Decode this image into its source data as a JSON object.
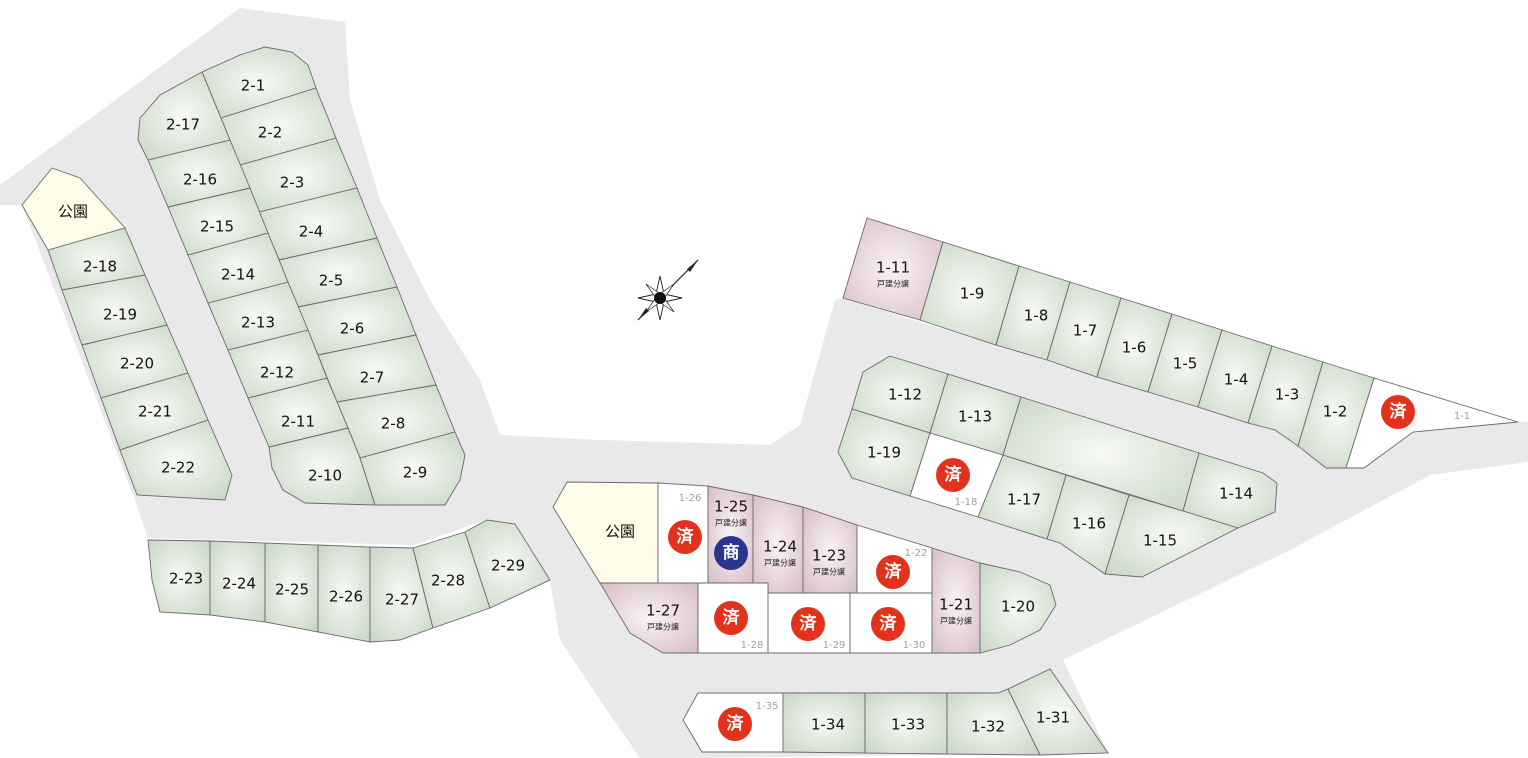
{
  "map": {
    "colors": {
      "road": "#e9e9e9",
      "available": "#d3ddd0",
      "house_sale": "#dcc6ce",
      "sold": "#ffffff",
      "park": "#fdfde9",
      "sold_badge": "#e2321d",
      "commercial_badge": "#2a3590"
    },
    "compass_icon": "compass-rose-icon",
    "lots": [
      {
        "id": "2-1",
        "label": "2-1",
        "status": "available"
      },
      {
        "id": "2-2",
        "label": "2-2",
        "status": "available"
      },
      {
        "id": "2-3",
        "label": "2-3",
        "status": "available"
      },
      {
        "id": "2-4",
        "label": "2-4",
        "status": "available"
      },
      {
        "id": "2-5",
        "label": "2-5",
        "status": "available"
      },
      {
        "id": "2-6",
        "label": "2-6",
        "status": "available"
      },
      {
        "id": "2-7",
        "label": "2-7",
        "status": "available"
      },
      {
        "id": "2-8",
        "label": "2-8",
        "status": "available"
      },
      {
        "id": "2-9",
        "label": "2-9",
        "status": "available"
      },
      {
        "id": "2-10",
        "label": "2-10",
        "status": "available"
      },
      {
        "id": "2-11",
        "label": "2-11",
        "status": "available"
      },
      {
        "id": "2-12",
        "label": "2-12",
        "status": "available"
      },
      {
        "id": "2-13",
        "label": "2-13",
        "status": "available"
      },
      {
        "id": "2-14",
        "label": "2-14",
        "status": "available"
      },
      {
        "id": "2-15",
        "label": "2-15",
        "status": "available"
      },
      {
        "id": "2-16",
        "label": "2-16",
        "status": "available"
      },
      {
        "id": "2-17",
        "label": "2-17",
        "status": "available"
      },
      {
        "id": "park-west",
        "label": "公園",
        "status": "park"
      },
      {
        "id": "2-18",
        "label": "2-18",
        "status": "available"
      },
      {
        "id": "2-19",
        "label": "2-19",
        "status": "available"
      },
      {
        "id": "2-20",
        "label": "2-20",
        "status": "available"
      },
      {
        "id": "2-21",
        "label": "2-21",
        "status": "available"
      },
      {
        "id": "2-22",
        "label": "2-22",
        "status": "available"
      },
      {
        "id": "2-23",
        "label": "2-23",
        "status": "available"
      },
      {
        "id": "2-24",
        "label": "2-24",
        "status": "available"
      },
      {
        "id": "2-25",
        "label": "2-25",
        "status": "available"
      },
      {
        "id": "2-26",
        "label": "2-26",
        "status": "available"
      },
      {
        "id": "2-27",
        "label": "2-27",
        "status": "available"
      },
      {
        "id": "2-28",
        "label": "2-28",
        "status": "available"
      },
      {
        "id": "2-29",
        "label": "2-29",
        "status": "available"
      },
      {
        "id": "1-11",
        "label": "1-11",
        "sub": "戸建分譲",
        "status": "house_sale"
      },
      {
        "id": "1-9",
        "label": "1-9",
        "status": "available"
      },
      {
        "id": "1-8",
        "label": "1-8",
        "status": "available"
      },
      {
        "id": "1-7",
        "label": "1-7",
        "status": "available"
      },
      {
        "id": "1-6",
        "label": "1-6",
        "status": "available"
      },
      {
        "id": "1-5",
        "label": "1-5",
        "status": "available"
      },
      {
        "id": "1-4",
        "label": "1-4",
        "status": "available"
      },
      {
        "id": "1-3",
        "label": "1-3",
        "status": "available"
      },
      {
        "id": "1-2",
        "label": "1-2",
        "status": "available"
      },
      {
        "id": "1-1",
        "label": "1-1",
        "status": "sold",
        "badge": "済"
      },
      {
        "id": "1-12",
        "label": "1-12",
        "status": "available"
      },
      {
        "id": "1-13",
        "label": "1-13",
        "status": "available"
      },
      {
        "id": "unnumbered",
        "label": "",
        "status": "available"
      },
      {
        "id": "1-14",
        "label": "1-14",
        "status": "available"
      },
      {
        "id": "1-15",
        "label": "1-15",
        "status": "available"
      },
      {
        "id": "1-16",
        "label": "1-16",
        "status": "available"
      },
      {
        "id": "1-17",
        "label": "1-17",
        "status": "available"
      },
      {
        "id": "1-18",
        "label": "1-18",
        "status": "sold",
        "badge": "済"
      },
      {
        "id": "1-19",
        "label": "1-19",
        "status": "available"
      },
      {
        "id": "park-central",
        "label": "公園",
        "status": "park"
      },
      {
        "id": "1-26",
        "label": "1-26",
        "status": "sold",
        "badge": "済"
      },
      {
        "id": "1-25",
        "label": "1-25",
        "sub": "戸建分譲",
        "status": "house_sale",
        "badge": "商"
      },
      {
        "id": "1-24",
        "label": "1-24",
        "sub": "戸建分譲",
        "status": "house_sale"
      },
      {
        "id": "1-23",
        "label": "1-23",
        "sub": "戸建分譲",
        "status": "house_sale"
      },
      {
        "id": "1-22",
        "label": "1-22",
        "status": "sold",
        "badge": "済"
      },
      {
        "id": "1-21",
        "label": "1-21",
        "sub": "戸建分譲",
        "status": "house_sale"
      },
      {
        "id": "1-20",
        "label": "1-20",
        "status": "available"
      },
      {
        "id": "1-27",
        "label": "1-27",
        "sub": "戸建分譲",
        "status": "house_sale"
      },
      {
        "id": "1-28",
        "label": "1-28",
        "status": "sold",
        "badge": "済"
      },
      {
        "id": "1-29",
        "label": "1-29",
        "status": "sold",
        "badge": "済"
      },
      {
        "id": "1-30",
        "label": "1-30",
        "status": "sold",
        "badge": "済"
      },
      {
        "id": "1-35",
        "label": "1-35",
        "status": "sold",
        "badge": "済"
      },
      {
        "id": "1-34",
        "label": "1-34",
        "status": "available"
      },
      {
        "id": "1-33",
        "label": "1-33",
        "status": "available"
      },
      {
        "id": "1-32",
        "label": "1-32",
        "status": "available"
      },
      {
        "id": "1-31",
        "label": "1-31",
        "status": "available"
      }
    ]
  }
}
